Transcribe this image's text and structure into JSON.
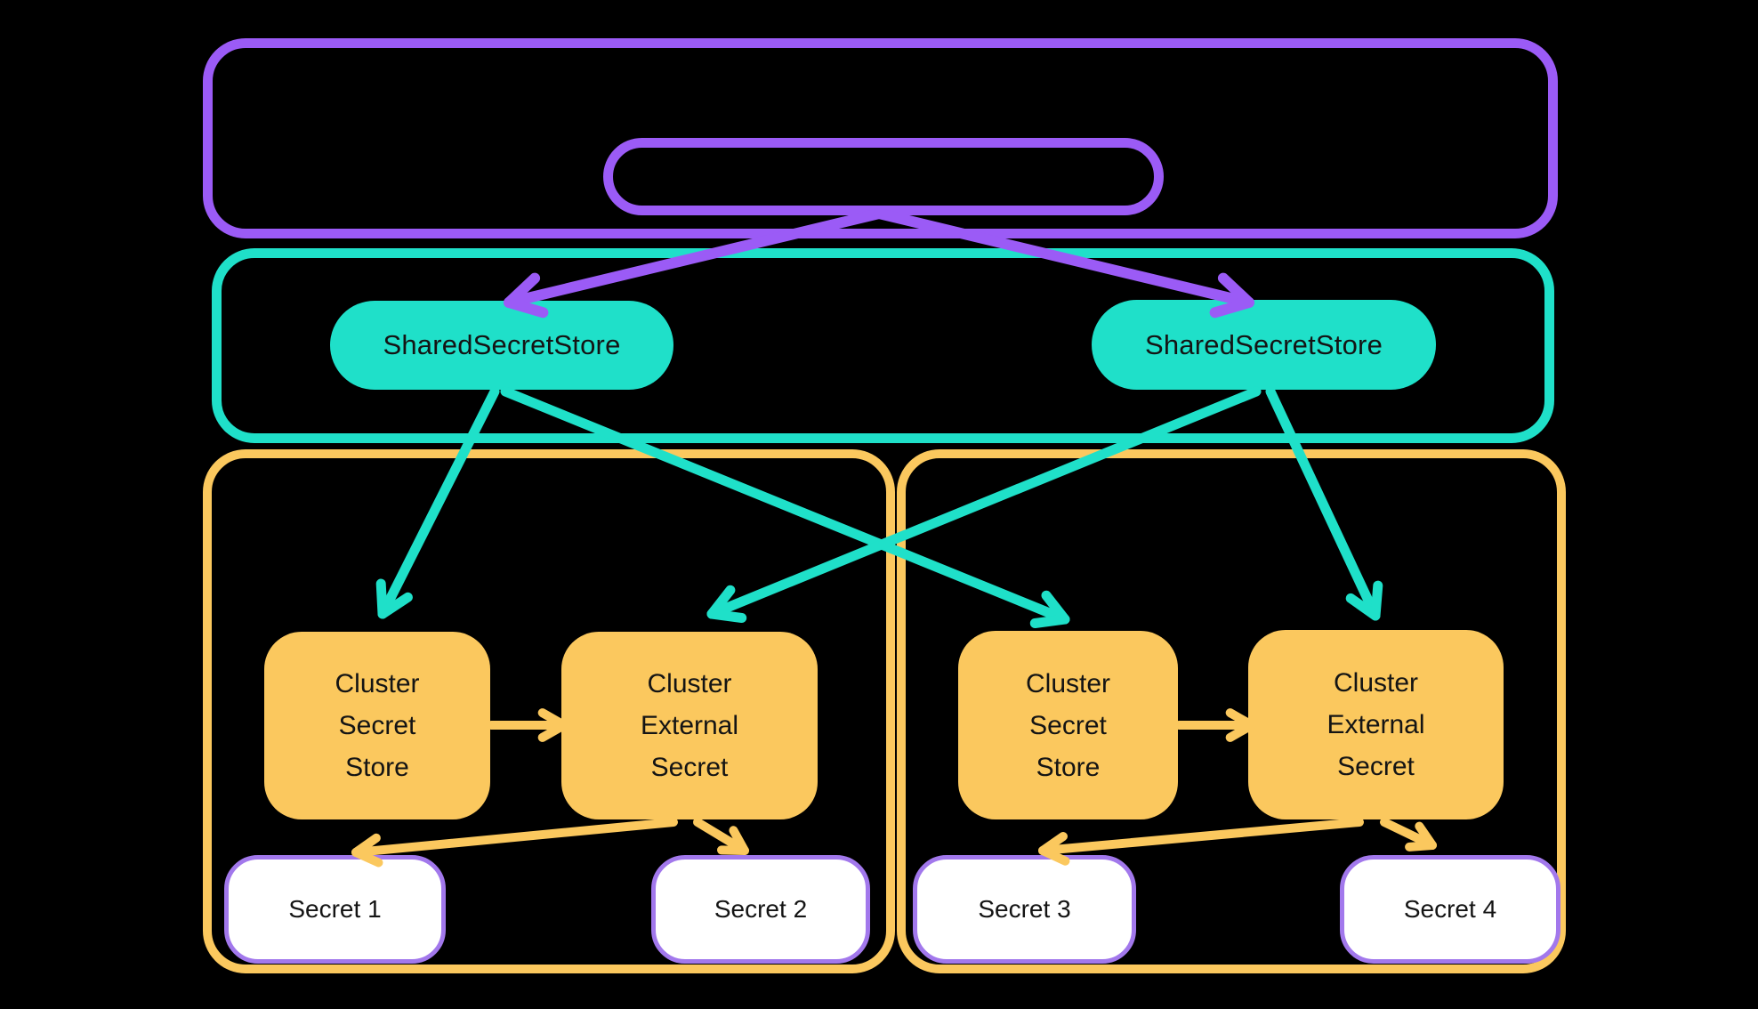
{
  "colors": {
    "purple": "#9b5bf6",
    "teal": "#1fe0c9",
    "orange": "#fbc85e",
    "lavender": "#a278ec",
    "ink": "#141414",
    "background": "#000000"
  },
  "nodes": {
    "shared_secret_store_left": "SharedSecretStore",
    "shared_secret_store_right": "SharedSecretStore",
    "cluster_secret_store_left": "Cluster\nSecret\nStore",
    "cluster_external_secret_left": "Cluster\nExternal\nSecret",
    "cluster_secret_store_right": "Cluster\nSecret\nStore",
    "cluster_external_secret_right": "Cluster\nExternal\nSecret",
    "secret_1": "Secret 1",
    "secret_2": "Secret 2",
    "secret_3": "Secret 3",
    "secret_4": "Secret 4"
  },
  "edges": [
    {
      "id": "root-to-sss-left",
      "from": "controller-pill",
      "to": "shared-secret-store-left",
      "color": "purple"
    },
    {
      "id": "root-to-sss-right",
      "from": "controller-pill",
      "to": "shared-secret-store-right",
      "color": "purple"
    },
    {
      "id": "sss-left-to-css-left",
      "from": "shared-secret-store-left",
      "to": "cluster-secret-store-left",
      "color": "teal"
    },
    {
      "id": "sss-left-to-css-right",
      "from": "shared-secret-store-left",
      "to": "cluster-secret-store-right",
      "color": "teal"
    },
    {
      "id": "sss-right-to-ces-left",
      "from": "shared-secret-store-right",
      "to": "cluster-external-secret-left",
      "color": "teal"
    },
    {
      "id": "sss-right-to-ces-right",
      "from": "shared-secret-store-right",
      "to": "cluster-external-secret-right",
      "color": "teal"
    },
    {
      "id": "css-left-to-ces-left",
      "from": "cluster-secret-store-left",
      "to": "cluster-external-secret-left",
      "color": "orange"
    },
    {
      "id": "css-right-to-ces-right",
      "from": "cluster-secret-store-right",
      "to": "cluster-external-secret-right",
      "color": "orange"
    },
    {
      "id": "ces-left-to-secret-1",
      "from": "cluster-external-secret-left",
      "to": "secret-1",
      "color": "orange"
    },
    {
      "id": "ces-left-to-secret-2",
      "from": "cluster-external-secret-left",
      "to": "secret-2",
      "color": "orange"
    },
    {
      "id": "ces-right-to-secret-3",
      "from": "cluster-external-secret-right",
      "to": "secret-3",
      "color": "orange"
    },
    {
      "id": "ces-right-to-secret-4",
      "from": "cluster-external-secret-right",
      "to": "secret-4",
      "color": "orange"
    }
  ]
}
